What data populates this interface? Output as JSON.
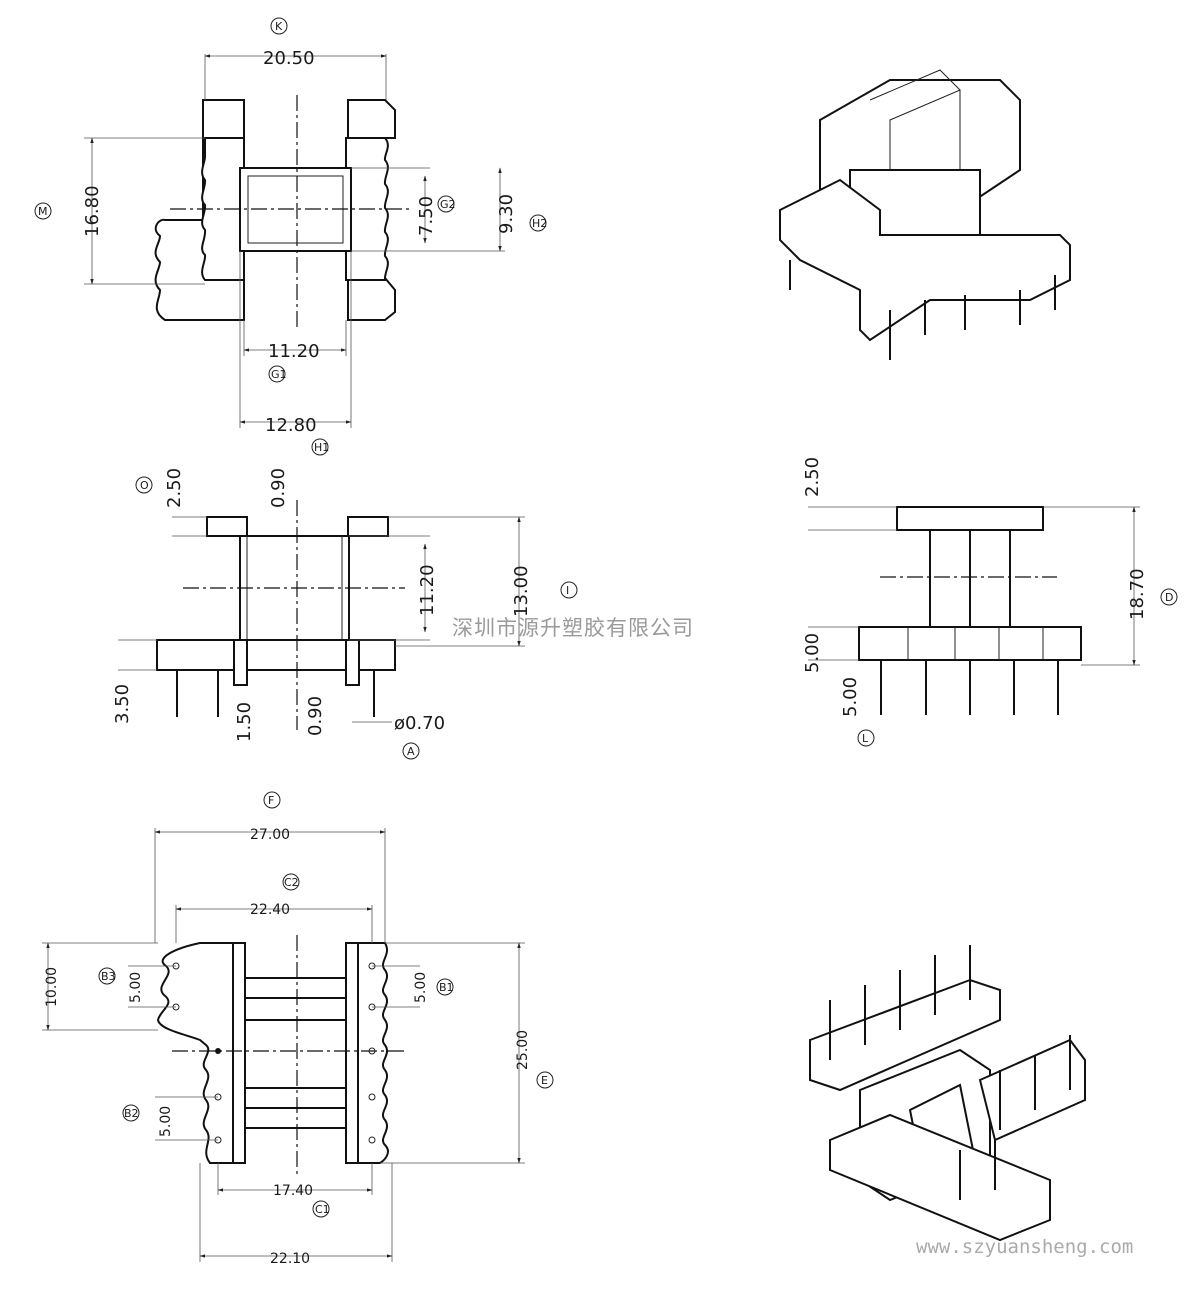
{
  "watermark": {
    "company_cn": "深圳市源升塑胶有限公司",
    "url": "www.szyuansheng.com"
  },
  "top_view": {
    "width_label": "20.50",
    "width_tag": "K",
    "height_label": "16.80",
    "height_tag": "M",
    "window_h_label": "7.50",
    "window_h_tag": "G2",
    "window_outer_h_label": "9.30",
    "window_outer_h_tag": "H2",
    "inner_w_label": "11.20",
    "inner_w_tag": "G1",
    "outer_w_label": "12.80",
    "outer_w_tag": "H1"
  },
  "side_view": {
    "top_flange_label": "2.50",
    "top_flange_tag": "O",
    "top_wall_label": "0.90",
    "inner_h_label": "11.20",
    "total_h_label": "13.00",
    "total_h_tag": "I",
    "base_label": "3.50",
    "pin_offset_label": "1.50",
    "bottom_wall_label": "0.90",
    "pin_dia_label": "ø0.70",
    "pin_dia_tag": "A"
  },
  "front_view": {
    "top_label": "2.50",
    "total_h_label": "18.70",
    "total_h_tag": "D",
    "base_label": "5.00",
    "pin_len_label": "5.00",
    "pin_len_tag": "L"
  },
  "bottom_view": {
    "outer_w_label": "27.00",
    "outer_w_tag": "F",
    "mid_w_label": "22.40",
    "mid_w_tag": "C2",
    "inner_w_label": "17.40",
    "inner_w_tag": "C1",
    "base_w_label": "22.10",
    "height_label": "25.00",
    "height_tag": "E",
    "left_span_label": "10.00",
    "pitch_b3_label": "5.00",
    "pitch_b3_tag": "B3",
    "pitch_b1_label": "5.00",
    "pitch_b1_tag": "B1",
    "pitch_b2_label": "5.00",
    "pitch_b2_tag": "B2"
  }
}
